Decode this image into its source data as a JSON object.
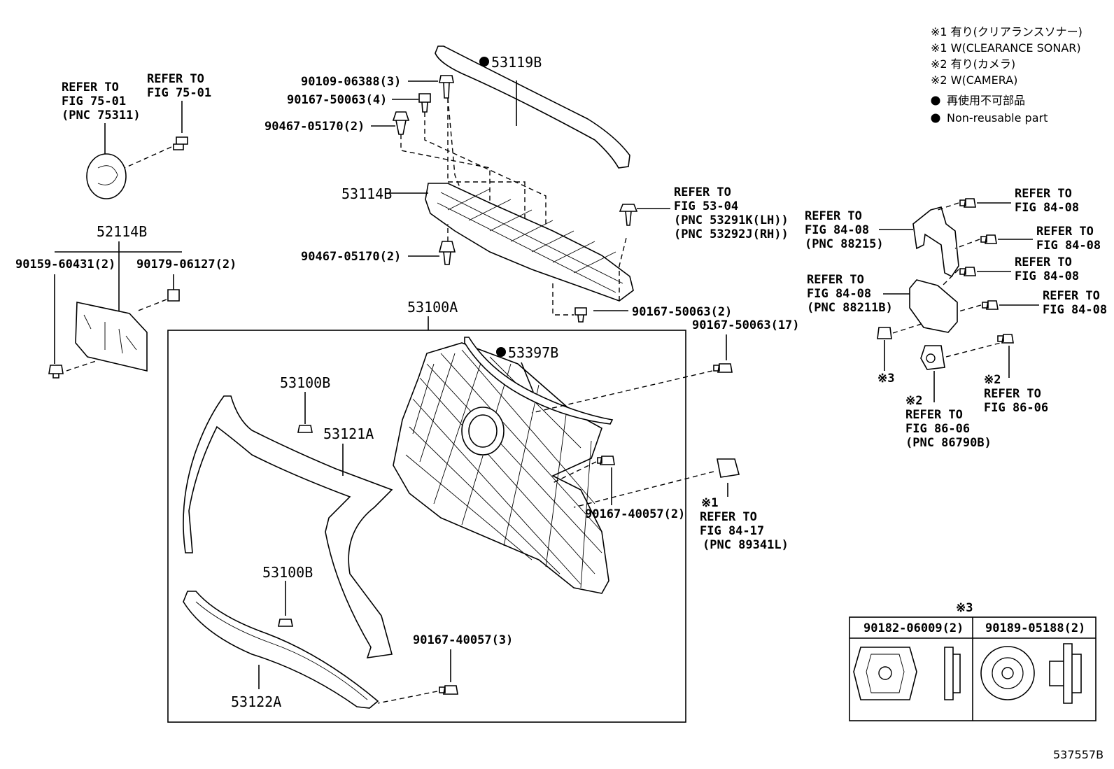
{
  "legend": {
    "l1": "※1 有り(クリアランスソナー)",
    "l2": "※1 W(CLEARANCE SONAR)",
    "l3": "※2 有り(カメラ)",
    "l4": "※2 W(CAMERA)",
    "l5": "再使用不可部品",
    "l6": "Non-reusable part"
  },
  "labels": {
    "p53119b": "53119B",
    "b1": "90109-06388(3)",
    "b2": "90167-50063(4)",
    "b3": "90467-05170(2)",
    "p53114b": "53114B",
    "b4": "90467-05170(2)",
    "b5": "90167-50063(2)",
    "ref5304_1": "REFER TO",
    "ref5304_2": "FIG 53-04",
    "ref5304_3": "(PNC 53291K(LH))",
    "ref5304_4": "(PNC 53292J(RH))",
    "ref75a_1": "REFER TO",
    "ref75a_2": "FIG 75-01",
    "ref75a_3": "(PNC 75311)",
    "ref75b_1": "REFER TO",
    "ref75b_2": "FIG 75-01",
    "p52114b": "52114B",
    "b6": "90159-60431(2)",
    "b7": "90179-06127(2)",
    "p53100a": "53100A",
    "p53397b": "53397B",
    "b8": "90167-50063(17)",
    "p53100b_1": "53100B",
    "p53121a": "53121A",
    "b9": "90167-40057(2)",
    "sonar_mark": "※1",
    "ref8417_1": "REFER TO",
    "ref8417_2": "FIG 84-17",
    "ref8417_3": "(PNC 89341L)",
    "p53100b_2": "53100B",
    "b10": "90167-40057(3)",
    "p53122a": "53122A",
    "r8408a_1": "REFER TO",
    "r8408a_2": "FIG 84-08",
    "r8408b_1": "REFER TO",
    "r8408b_2": "FIG 84-08",
    "r8408b_3": "(PNC 88215)",
    "r8408c_1": "REFER TO",
    "r8408c_2": "FIG 84-08",
    "r8408d_1": "REFER TO",
    "r8408d_2": "FIG 84-08",
    "r8408d_3": "(PNC 88211B)",
    "r8408e_1": "REFER TO",
    "r8408e_2": "FIG 84-08",
    "r8408f_1": "REFER TO",
    "r8408f_2": "FIG 84-08",
    "mark3": "※3",
    "cam1_mark": "※2",
    "cam1_1": "REFER TO",
    "cam1_2": "FIG 86-06",
    "cam1_3": "(PNC 86790B)",
    "cam2_mark": "※2",
    "cam2_1": "REFER TO",
    "cam2_2": "FIG 86-06",
    "table_mark": "※3",
    "t1": "90182-06009(2)",
    "t2": "90189-05188(2)",
    "figno": "537557B"
  }
}
